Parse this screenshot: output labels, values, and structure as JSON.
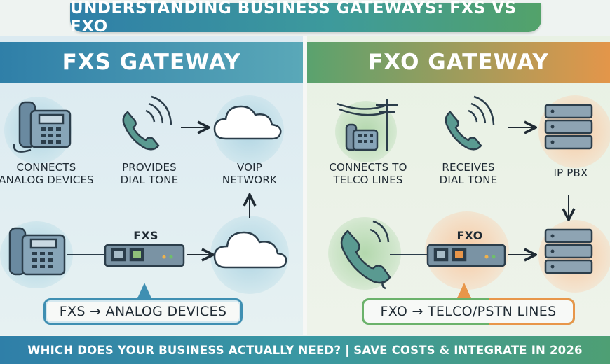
{
  "title": "UNDERSTANDING BUSINESS GATEWAYS: FXS VS FXO",
  "fxs_panel": {
    "header": "FXS GATEWAY",
    "label_analog": "CONNECTS ANALOG DEVICES",
    "label_dialtone": "PROVIDES DIAL TONE",
    "label_voip": "VOIP NETWORK",
    "device_label": "FXS",
    "callout": "FXS → ANALOG DEVICES"
  },
  "fxo_panel": {
    "header": "FXO GATEWAY",
    "label_telco": "CONNECTS TO TELCO LINES",
    "label_dialtone": "RECEIVES DIAL TONE",
    "label_pbx": "IP PBX",
    "device_label": "FXO",
    "callout": "FXO → TELCO/PSTN LINES"
  },
  "footer": "WHICH DOES YOUR BUSINESS ACTUALLY NEED? | SAVE COSTS & INTEGRATE IN 2026",
  "colors": {
    "fxs_accent": "#2f7fa8",
    "fxo_green": "#5aa26e",
    "fxo_orange": "#e3964a",
    "icon_stroke": "#2b3d4a"
  },
  "icons": [
    "desk-phone-icon",
    "phone-handset-icon",
    "cloud-icon",
    "gateway-device-icon",
    "telephone-pole-icon",
    "server-rack-icon",
    "arrow-icon"
  ]
}
